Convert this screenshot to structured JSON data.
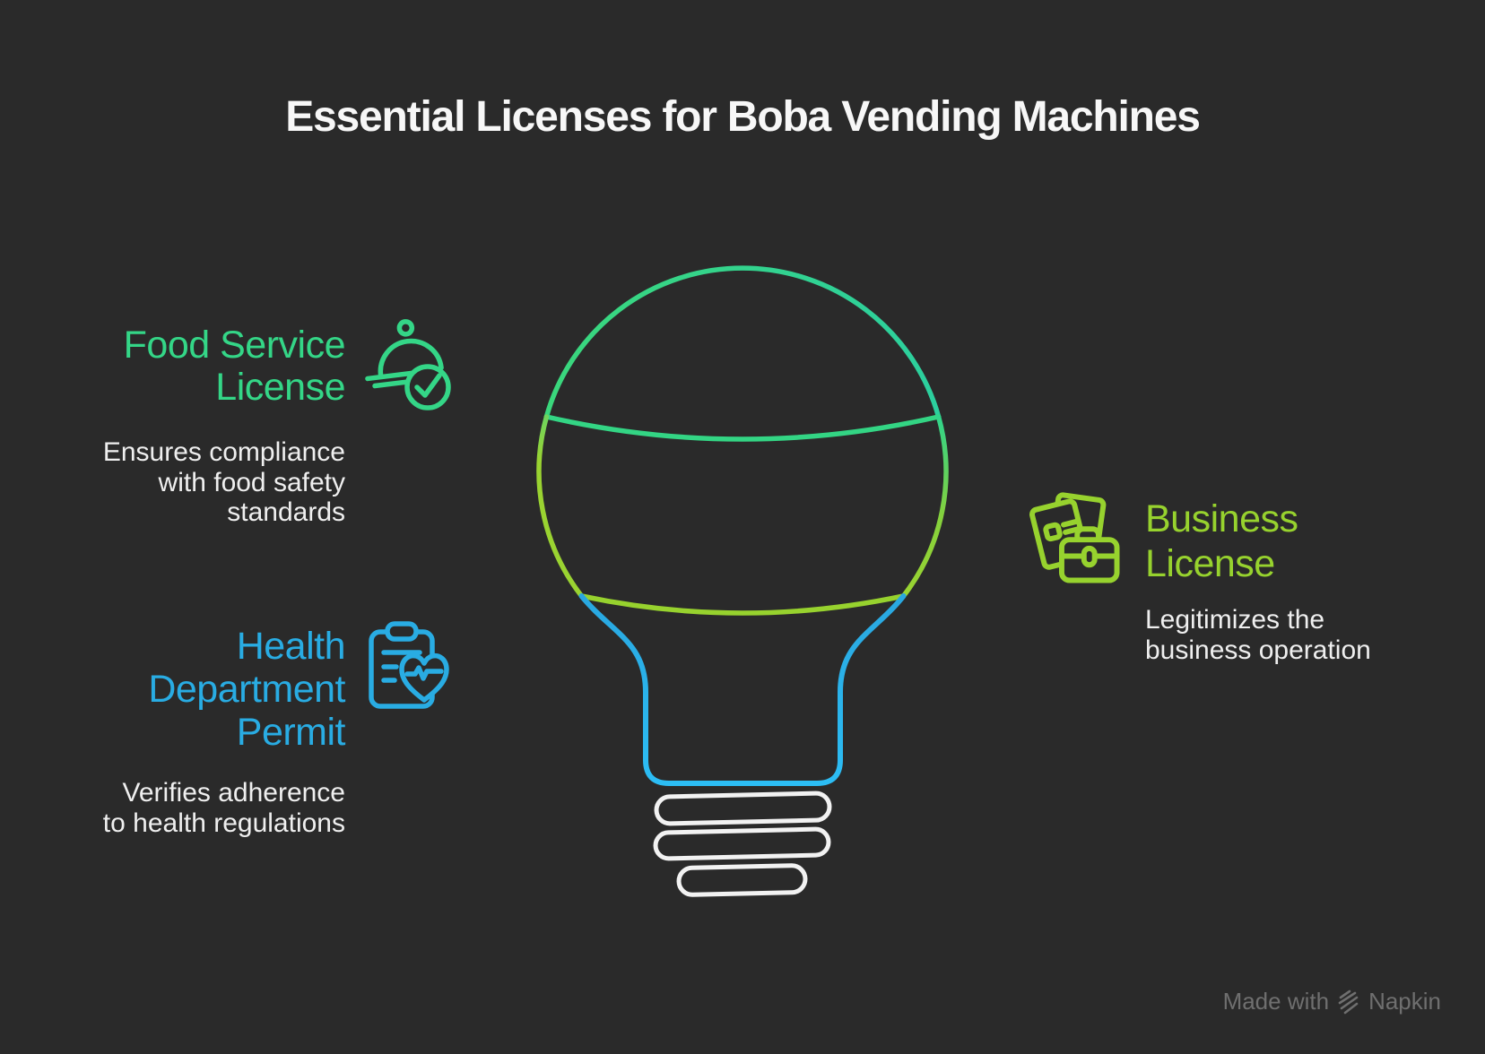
{
  "title": "Essential Licenses for Boba Vending Machines",
  "figure": {
    "name": "lightbulb"
  },
  "colors": {
    "background": "#2a2a2a",
    "title_text": "#f7f7f7",
    "body_text": "#efefef",
    "green": "#34d687",
    "blue": "#29ace3",
    "lime": "#97d22e",
    "bulb_base_white": "#f2f2f2",
    "watermark": "#6f6f6f"
  },
  "items": [
    {
      "id": "food-service-license",
      "accent": "#34d687",
      "icon": "cloche-check-icon",
      "title_lines": [
        "Food Service",
        "License"
      ],
      "description_lines": [
        "Ensures compliance",
        "with food safety",
        "standards"
      ]
    },
    {
      "id": "health-department-permit",
      "accent": "#29ace3",
      "icon": "clipboard-heart-icon",
      "title_lines": [
        "Health",
        "Department",
        "Permit"
      ],
      "description_lines": [
        "Verifies adherence",
        "to health regulations"
      ]
    },
    {
      "id": "business-license",
      "accent": "#97d22e",
      "icon": "documents-briefcase-icon",
      "title_lines": [
        "Business",
        "License"
      ],
      "description_lines": [
        "Legitimizes the",
        "business operation"
      ]
    }
  ],
  "watermark": {
    "prefix": "Made with",
    "brand": "Napkin"
  }
}
